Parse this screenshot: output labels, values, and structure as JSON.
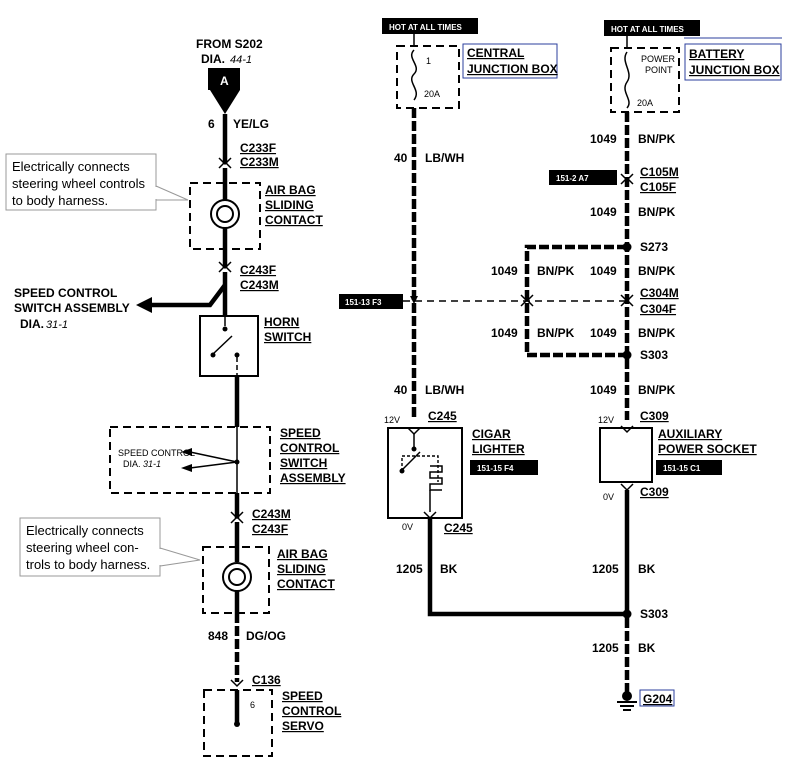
{
  "left": {
    "from_label": "FROM S202",
    "dia_prefix": "DIA.",
    "dia_ref": "44-1",
    "connector_letter": "A",
    "wire_top": {
      "num": "6",
      "color": "YE/LG"
    },
    "c233f": "C233F",
    "c233m": "C233M",
    "callout_top": [
      "Electrically connects",
      "steering wheel controls",
      "to body harness."
    ],
    "airbag_top": [
      "AIR BAG",
      "SLIDING",
      "CONTACT"
    ],
    "c243f_top": "C243F",
    "c243m_top": "C243M",
    "speed_assembly": [
      "SPEED CONTROL",
      "SWITCH ASSEMBLY"
    ],
    "speed_dia_prefix": "DIA.",
    "speed_dia_ref": "31-1",
    "horn": [
      "HORN",
      "SWITCH"
    ],
    "speed_inner": "SPEED CONTROL",
    "speed_inner_dia_prefix": "DIA.",
    "speed_inner_dia_ref": "31-1",
    "speed_switch": [
      "SPEED",
      "CONTROL",
      "SWITCH",
      "ASSEMBLY"
    ],
    "c243m_bot": "C243M",
    "c243f_bot": "C243F",
    "callout_bot": [
      "Electrically connects",
      "steering wheel con-",
      "trols to body harness."
    ],
    "airbag_bot": [
      "AIR BAG",
      "SLIDING",
      "CONTACT"
    ],
    "wire_bot": {
      "num": "848",
      "color": "DG/OG"
    },
    "c136": "C136",
    "pin6": "6",
    "servo": [
      "SPEED",
      "CONTROL",
      "SERVO"
    ]
  },
  "center": {
    "hot_label": "HOT AT ALL TIMES",
    "fuse_num": "1",
    "fuse_amp": "20A",
    "junction": [
      "CENTRAL",
      "JUNCTION BOX"
    ],
    "wire": {
      "num": "40",
      "color": "LB/WH"
    },
    "grid_ref": "151-13 F3",
    "wire2": {
      "num": "40",
      "color": "LB/WH"
    },
    "volt12": "12V",
    "c245_top": "C245",
    "cigar": [
      "CIGAR",
      "LIGHTER"
    ],
    "cigar_ref": "151-15 F4",
    "volt0": "0V",
    "c245_bot": "C245",
    "wire_bk": {
      "num": "1205",
      "color": "BK"
    }
  },
  "right": {
    "hot_label": "HOT AT ALL TIMES",
    "fuse_name": [
      "POWER",
      "POINT"
    ],
    "fuse_amp": "20A",
    "junction": [
      "BATTERY",
      "JUNCTION BOX"
    ],
    "wire1": {
      "num": "1049",
      "color": "BN/PK"
    },
    "c105m": "C105M",
    "c105f": "C105F",
    "ref_a7": "151-2 A7",
    "wire2": {
      "num": "1049",
      "color": "BN/PK"
    },
    "s273": "S273",
    "left_wire_a": {
      "num": "1049",
      "color": "BN/PK"
    },
    "wire3": {
      "num": "1049",
      "color": "BN/PK"
    },
    "c304m": "C304M",
    "c304f": "C304F",
    "left_wire_b": {
      "num": "1049",
      "color": "BN/PK"
    },
    "wire4": {
      "num": "1049",
      "color": "BN/PK"
    },
    "s303_top": "S303",
    "wire5": {
      "num": "1049",
      "color": "BN/PK"
    },
    "volt12": "12V",
    "c309_top": "C309",
    "aux": [
      "AUXILIARY",
      "POWER SOCKET"
    ],
    "aux_ref": "151-15 C1",
    "volt0": "0V",
    "c309_bot": "C309",
    "wire_bk1": {
      "num": "1205",
      "color": "BK"
    },
    "s303_bot": "S303",
    "wire_bk2": {
      "num": "1205",
      "color": "BK"
    },
    "ground": "G204"
  }
}
